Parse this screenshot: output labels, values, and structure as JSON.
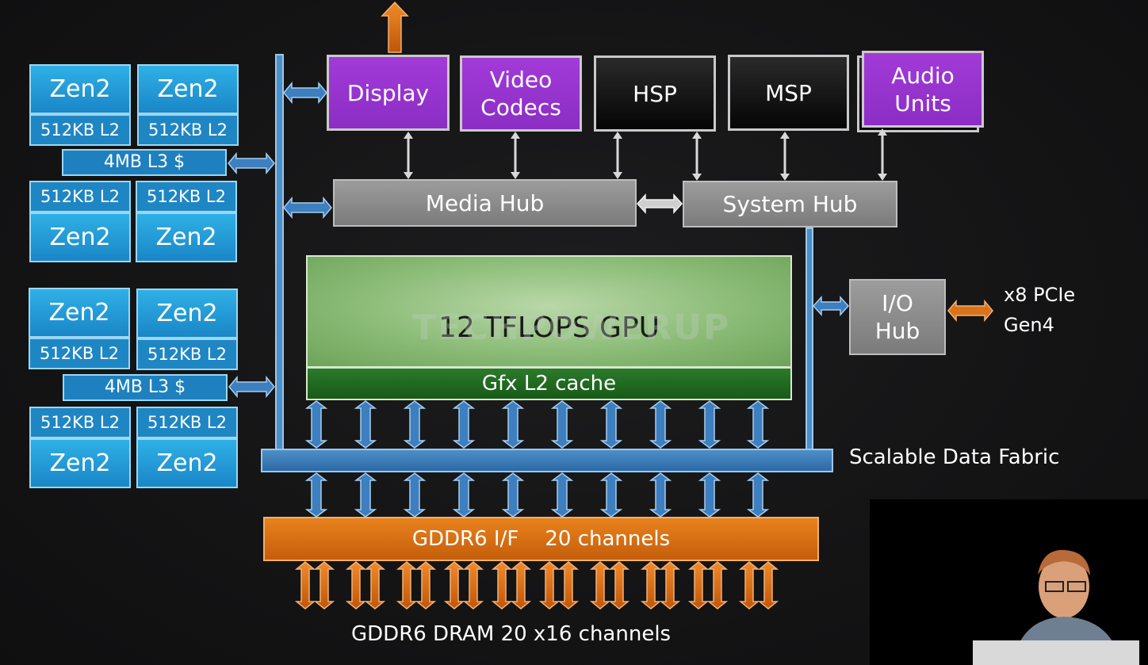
{
  "cpu": {
    "zen_label": "Zen2",
    "l2_label": "512KB L2",
    "l3_label": "4MB L3 $"
  },
  "display": "Display",
  "video_codecs": [
    "Video",
    "Codecs"
  ],
  "hsp": "HSP",
  "msp": "MSP",
  "audio_units": [
    "Audio",
    "Units"
  ],
  "media_hub": "Media Hub",
  "system_hub": "System Hub",
  "gpu": "12 TFLOPS GPU",
  "gfx_l2": "Gfx L2 cache",
  "io_hub": [
    "I/O",
    "Hub"
  ],
  "pcie": [
    "x8 PCIe",
    "Gen4"
  ],
  "fabric_label": "Scalable Data Fabric",
  "gddr_if": "GDDR6 I/F    20 channels",
  "dram_label": "GDDR6 DRAM 20 x16 channels",
  "watermark": "TECHPOWERUP",
  "colors": {
    "cpu_blue": "#1f86c4",
    "media_purple": "#a23ad8",
    "hub_gray": "#8c8c8c",
    "gpu_green": "#8cbc78",
    "memory_orange": "#e0761a",
    "fabric_blue": "#3c7cb8"
  }
}
